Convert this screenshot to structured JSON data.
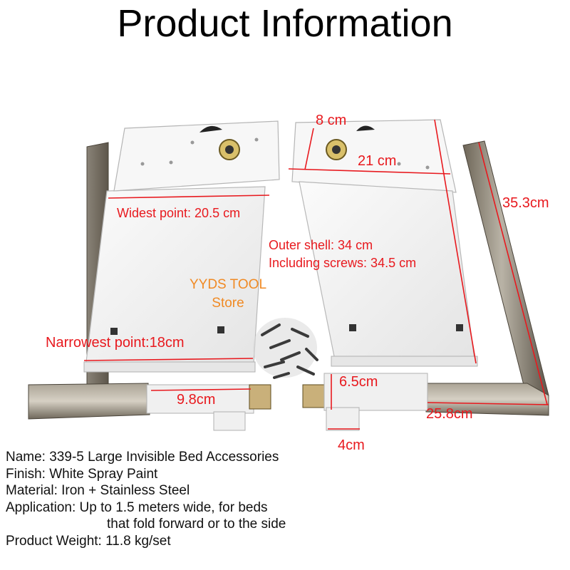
{
  "title": "Product Information",
  "watermark": {
    "line1": "YYDS TOOL",
    "line2": "Store"
  },
  "dimensions": {
    "top_width": "8 cm",
    "plate_width": "21 cm",
    "frame_height": "35.3cm",
    "widest_point": "Widest point: 20.5 cm",
    "outer_shell": "Outer shell: 34 cm",
    "including_screws": "Including screws: 34.5 cm",
    "narrowest_point": "Narrowest point:18cm",
    "arm_left": "9.8cm",
    "arm_right": "6.5cm",
    "base_length": "25.8cm",
    "bracket_width": "4cm"
  },
  "specs": [
    "Name: 339-5 Large Invisible Bed Accessories",
    "Finish: White Spray Paint",
    "Material: Iron + Stainless Steel",
    "Application: Up to 1.5 meters wide, for beds",
    "that fold forward or to the side",
    "Product Weight: 11.8 kg/set"
  ],
  "colors": {
    "annotation": "#e8191e",
    "watermark": "#f08a24",
    "text": "#111111"
  }
}
